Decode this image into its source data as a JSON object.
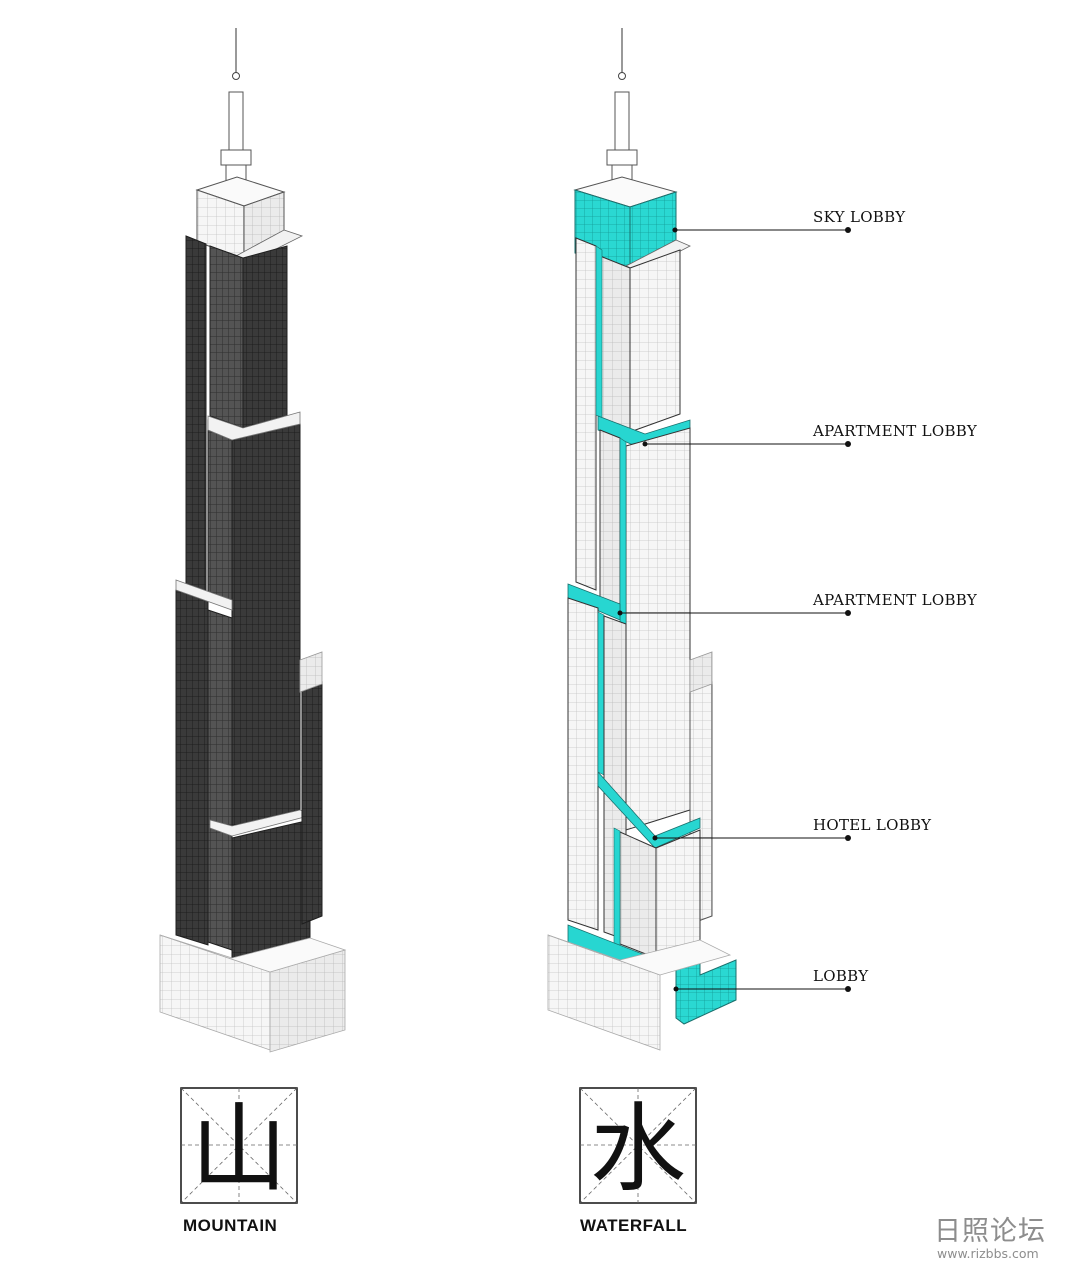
{
  "colors": {
    "dark_face": "#333333",
    "dark_face_side": "#4a4a4a",
    "light_face": "#f4f4f4",
    "light_face_side": "#e6e6e6",
    "accent": "#27d6d1",
    "line": "#222222",
    "grid": "#bdbdbd",
    "watermark": "#8d8d8d"
  },
  "labels": {
    "sky_lobby": "SKY LOBBY",
    "apartment_lobby_upper": "APARTMENT LOBBY",
    "apartment_lobby_lower": "APARTMENT LOBBY",
    "hotel_lobby": "HOTEL LOBBY",
    "lobby": "LOBBY"
  },
  "captions": {
    "mountain_glyph": "山",
    "mountain": "MOUNTAIN",
    "waterfall_glyph": "水",
    "waterfall": "WATERFALL"
  },
  "watermark": {
    "cn": "日照论坛",
    "url": "www.rizbbs.com"
  }
}
